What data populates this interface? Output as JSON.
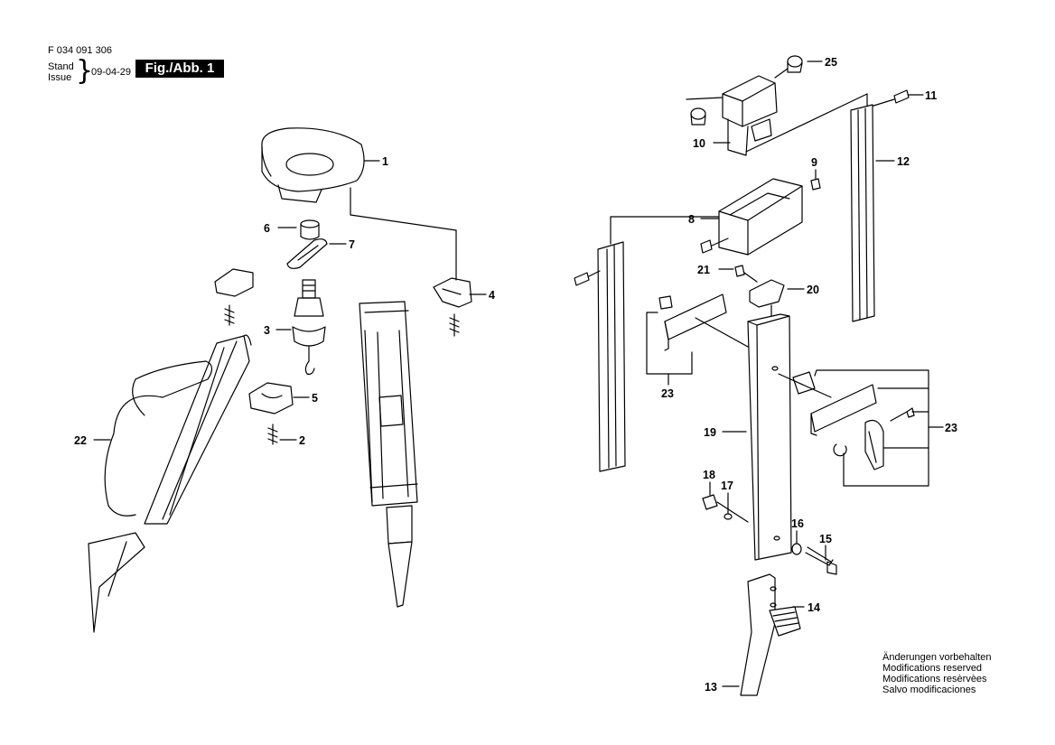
{
  "header": {
    "doc_number": "F 034 091 306",
    "stand": "Stand",
    "issue": "Issue",
    "date": "09-04-29",
    "figure_label": "Fig./Abb. 1"
  },
  "callouts": [
    "1",
    "2",
    "3",
    "4",
    "5",
    "6",
    "7",
    "8",
    "9",
    "10",
    "11",
    "12",
    "13",
    "14",
    "15",
    "16",
    "17",
    "18",
    "19",
    "20",
    "21",
    "22",
    "23",
    "23",
    "25"
  ],
  "notes": [
    "Änderungen vorbehalten",
    "Modifications reserved",
    "Modifications resèrvèes",
    "Salvo modificaciones"
  ]
}
